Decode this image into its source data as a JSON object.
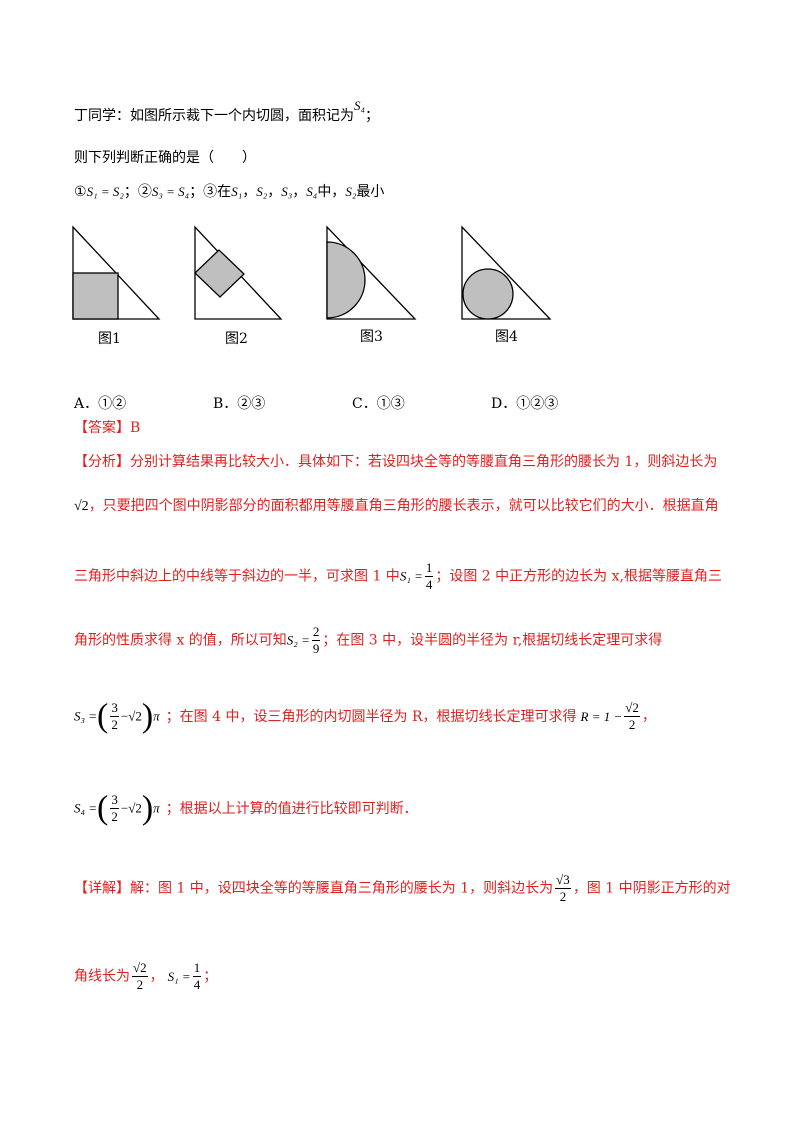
{
  "intro": {
    "ding_text": "丁同学：如图所示裁下一个内切圆，面积记为",
    "ding_symbol": "S",
    "ding_sub": "4",
    "ding_end": "；",
    "question": "则下列判断正确的是（　　）",
    "stmt_1_prefix": "①",
    "stmt_1_end": "；②",
    "stmt_2_end": "；③在",
    "stmt_3_end": "中，",
    "stmt_3_tail": "最小",
    "sep": "，"
  },
  "figures": {
    "captions": [
      "图1",
      "图2",
      "图3",
      "图4"
    ]
  },
  "options": [
    {
      "letter": "A．",
      "value": "①②"
    },
    {
      "letter": "B．",
      "value": "②③"
    },
    {
      "letter": "C．",
      "value": "①③"
    },
    {
      "letter": "D．",
      "value": "①②③"
    }
  ],
  "answer": {
    "tag": "【答案】",
    "value": "B"
  },
  "analysis": {
    "tag": "【分析】",
    "p1": "分别计算结果再比较大小．具体如下：若设四块全等的等腰直角三角形的腰长为 1，则斜边长为",
    "p2": "，只要把四个图中阴影部分的面积都用等腰直角三角形的腰长表示，就可以比较它们的大小．根据直角",
    "p3a": "三角形中斜边上的中线等于斜边的一半，可求图 1 中",
    "p3b": "；设图 2 中正方形的边长为 x,根据等腰直角三",
    "p4a": "角形的性质求得 x 的值，所以可知",
    "p4b": "；在图 3 中，设半圆的半径为 r,根据切线长定理可求得",
    "p5a": "；在图 4 中，设三角形的内切圆半径为 R，根据切线长定理可求得",
    "p5b": "，",
    "p6": "；根据以上计算的值进行比较即可判断．"
  },
  "detail": {
    "tag": "【详解】",
    "p1a": "解：图 1 中，设四块全等的等腰直角三角形的腰长为 1，则斜边长为",
    "p1b": "，图 1 中阴影正方形的对",
    "p2a": "角线长为",
    "p2b": "，",
    "p2c": "；"
  },
  "math": {
    "sqrt2": "√2",
    "sqrt3": "√3",
    "one": "1",
    "two": "2",
    "four": "4",
    "nine": "9",
    "three": "3",
    "R_eq": "R = 1 −",
    "S1_eq": "S₁ =",
    "S2_eq": "S₂ =",
    "S3_eq": "S₃ =",
    "S4_eq": "S₄ =",
    "S1_eq_S2": "S₁ = S₂",
    "S3_eq_S4": "S₃ = S₄",
    "S1": "S₁",
    "S2": "S₂",
    "S3": "S₃",
    "S4": "S₄",
    "minus_sqrt2": "−√2",
    "pi": "π",
    "lparen": "(",
    "rparen": ")"
  },
  "colors": {
    "shade": "#bfbfbf",
    "accent_red": "#e02020"
  }
}
